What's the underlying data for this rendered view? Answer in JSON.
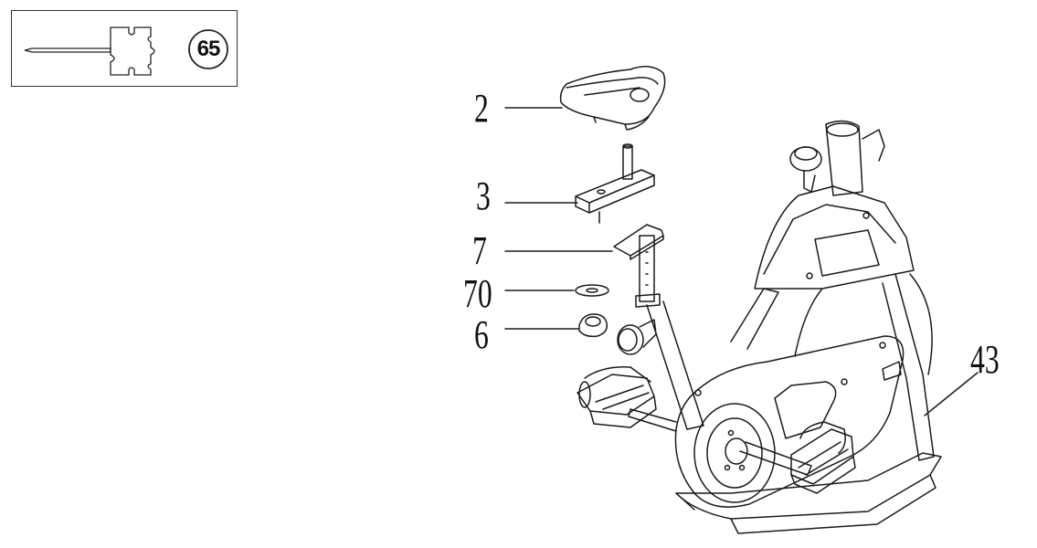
{
  "tool": {
    "number": "65",
    "icon": "hex-wrench-icon"
  },
  "callouts": {
    "seat": "2",
    "seat_clamp": "3",
    "seat_post": "7",
    "washer": "70",
    "knob": "6",
    "frame": "43"
  },
  "colors": {
    "line": "#1a1a1a",
    "background": "#ffffff"
  }
}
